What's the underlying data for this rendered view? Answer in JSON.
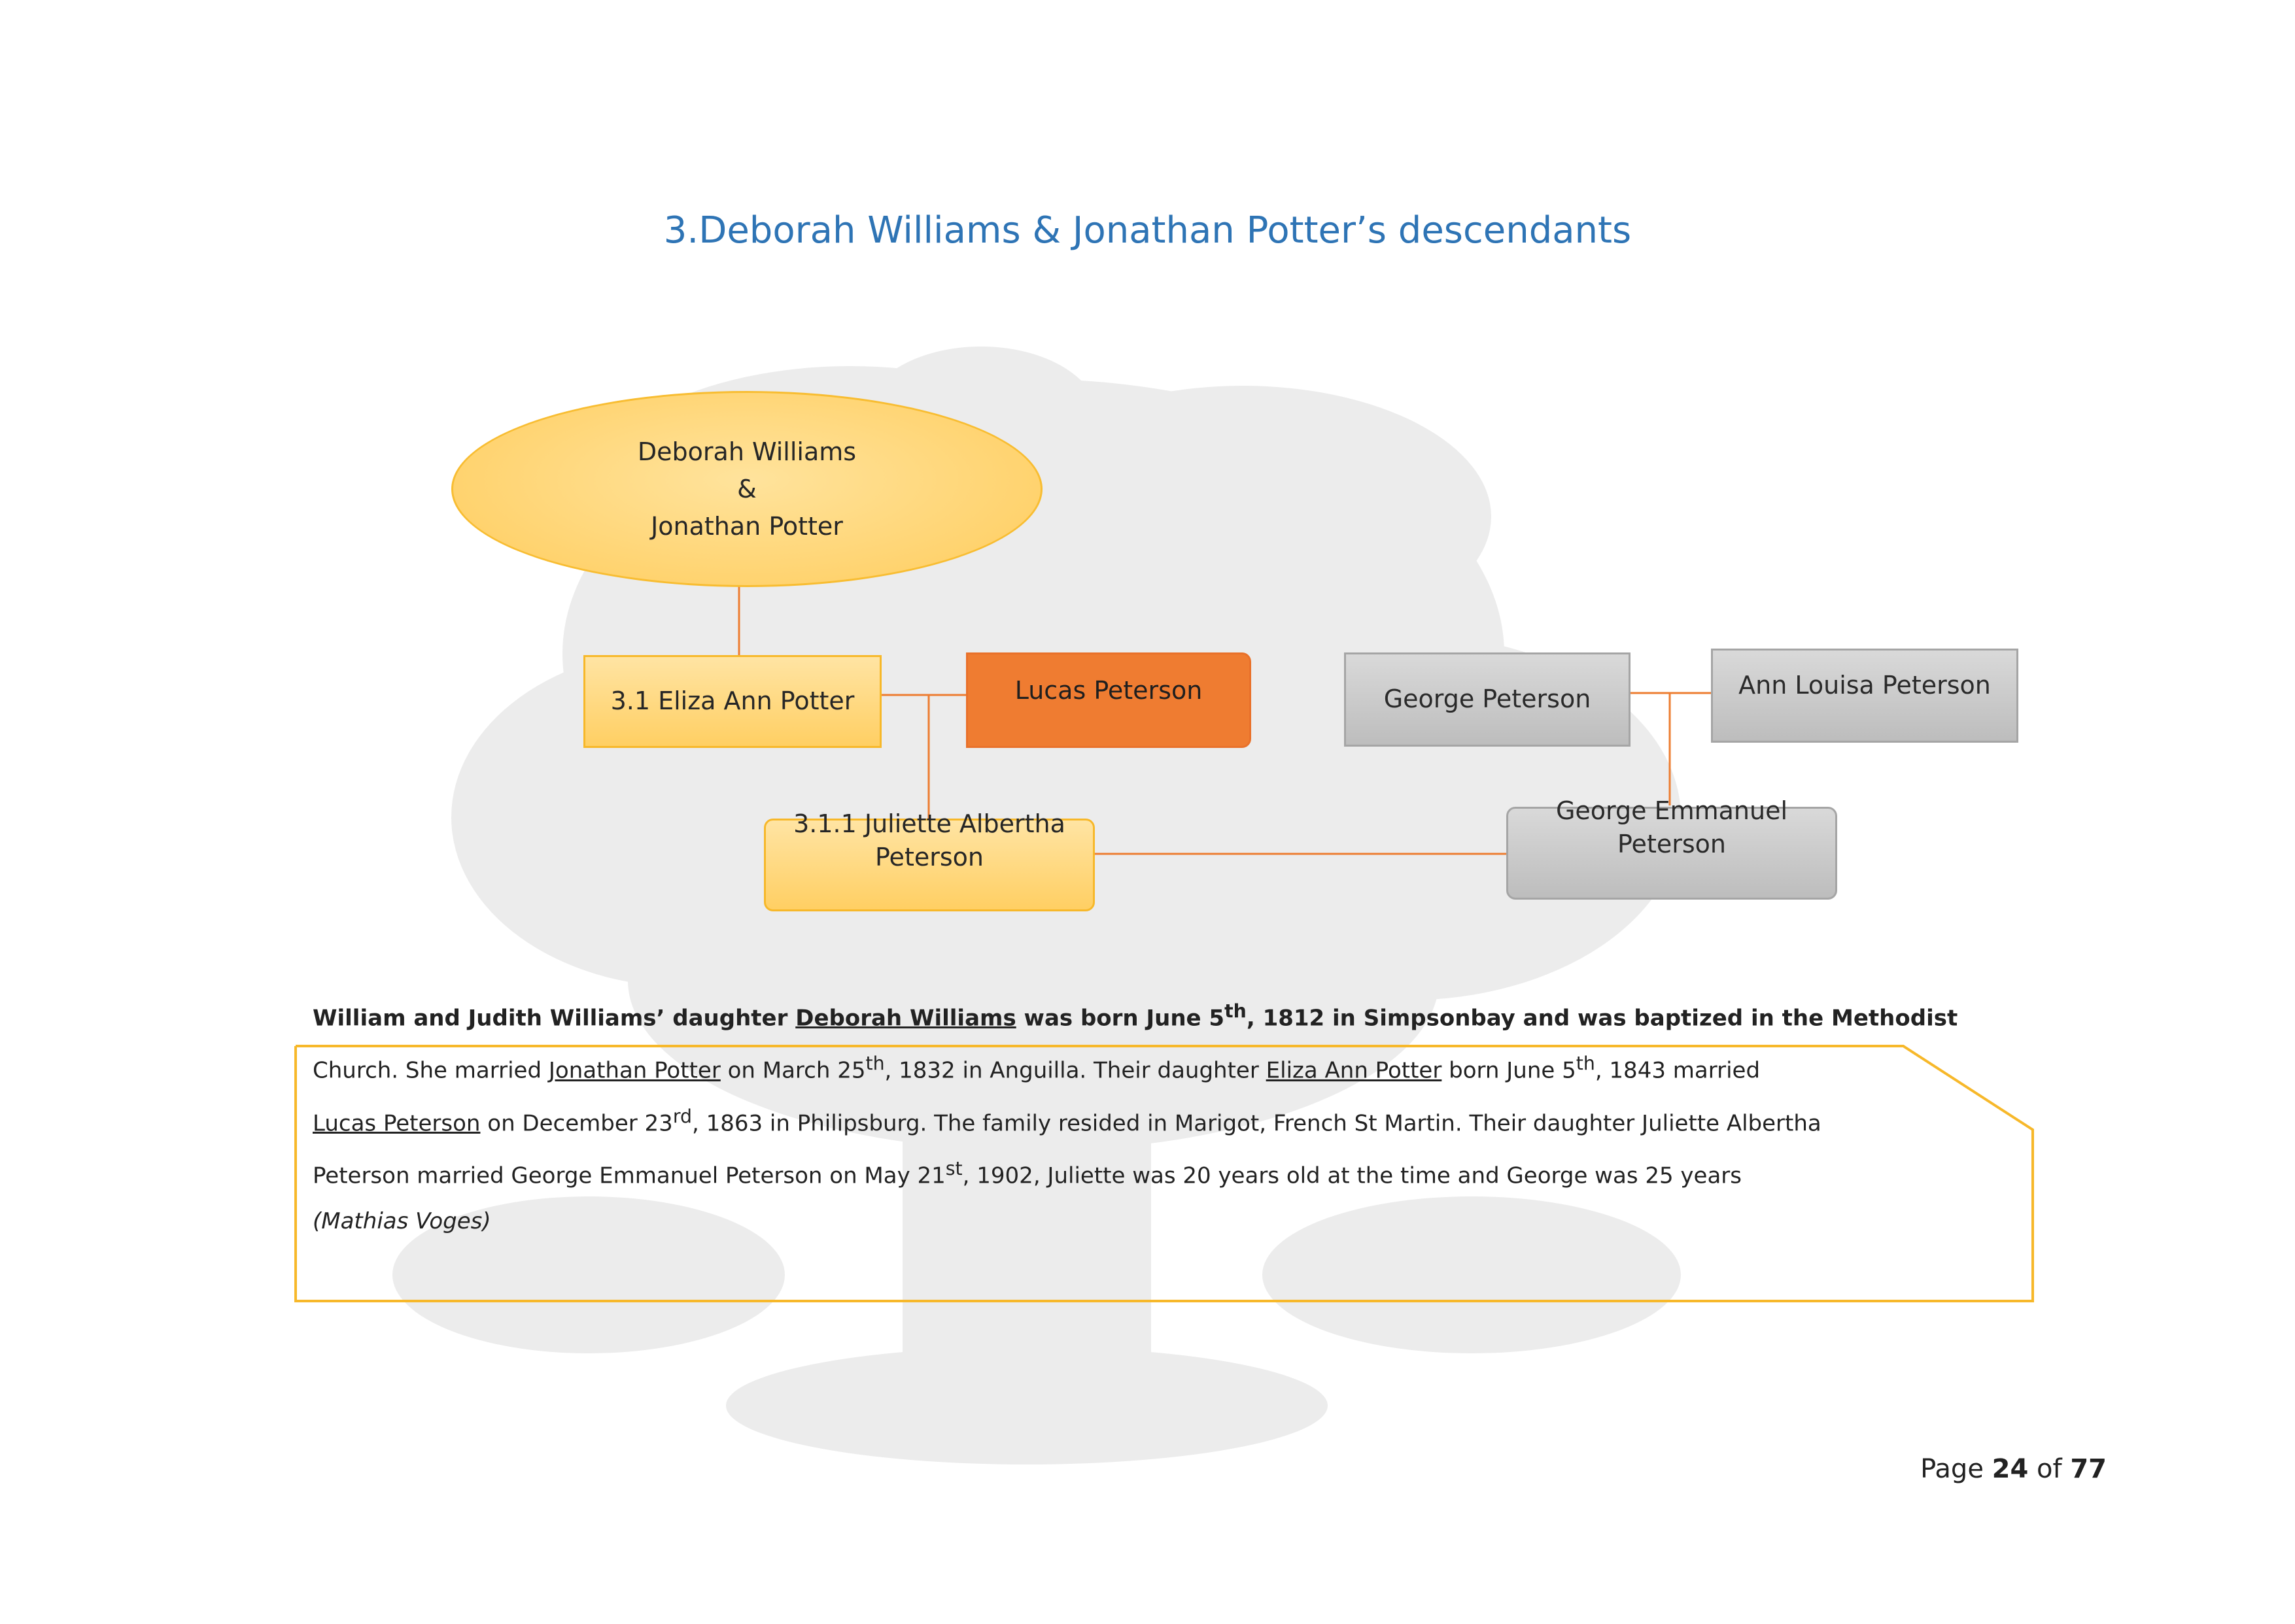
{
  "title": "3.Deborah Williams & Jonathan Potter’s descendants",
  "diagram": {
    "root": {
      "line1": "Deborah Williams",
      "line2": "&",
      "line3": "Jonathan Potter"
    },
    "nodes": {
      "eliza": "3.1 Eliza Ann Potter",
      "lucas": "Lucas Peterson",
      "george": "George Peterson",
      "ann_louisa": "Ann Louisa Peterson",
      "juliette_line1": "3.1.1 Juliette Albertha",
      "juliette_line2": "Peterson",
      "george_emmanuel_line1": "George Emmanuel",
      "george_emmanuel_line2": "Peterson"
    },
    "colors": {
      "gold": "#ffd36f",
      "orange": "#ef7c31",
      "grey": "#bfbfbf",
      "connector": "#ed7d31",
      "frame": "#f7b82a"
    }
  },
  "paragraph": {
    "s1": "William and Judith Williams’ daughter ",
    "s1_link": "Deborah Williams",
    "s2": " was born June 5",
    "s2_sup": "th",
    "s3": ", 1812 in Simpsonbay and was baptized in the Methodist",
    "s4": "Church. She married ",
    "s4_link": "Jonathan Potter",
    "s5": " on March 25",
    "s5_sup": "th",
    "s6": ", 1832 in Anguilla. Their daughter ",
    "s6_link": "Eliza Ann Potter",
    "s7": " born June 5",
    "s7_sup": "th",
    "s8": ", 1843 married",
    "s9_link": "Lucas Peterson",
    "s10": " on December 23",
    "s10_sup": "rd",
    "s11": ", 1863 in Philipsburg. The family resided in Marigot, French St Martin. Their daughter Juliette Albertha",
    "s12": "Peterson married George Emmanuel Peterson on May 21",
    "s12_sup": "st",
    "s13": ", 1902, Juliette was 20 years old at the time and George was 25 years",
    "source": "(Mathias Voges)"
  },
  "footer": {
    "prefix": "Page",
    "current": "24",
    "of": "of",
    "total": "77"
  }
}
